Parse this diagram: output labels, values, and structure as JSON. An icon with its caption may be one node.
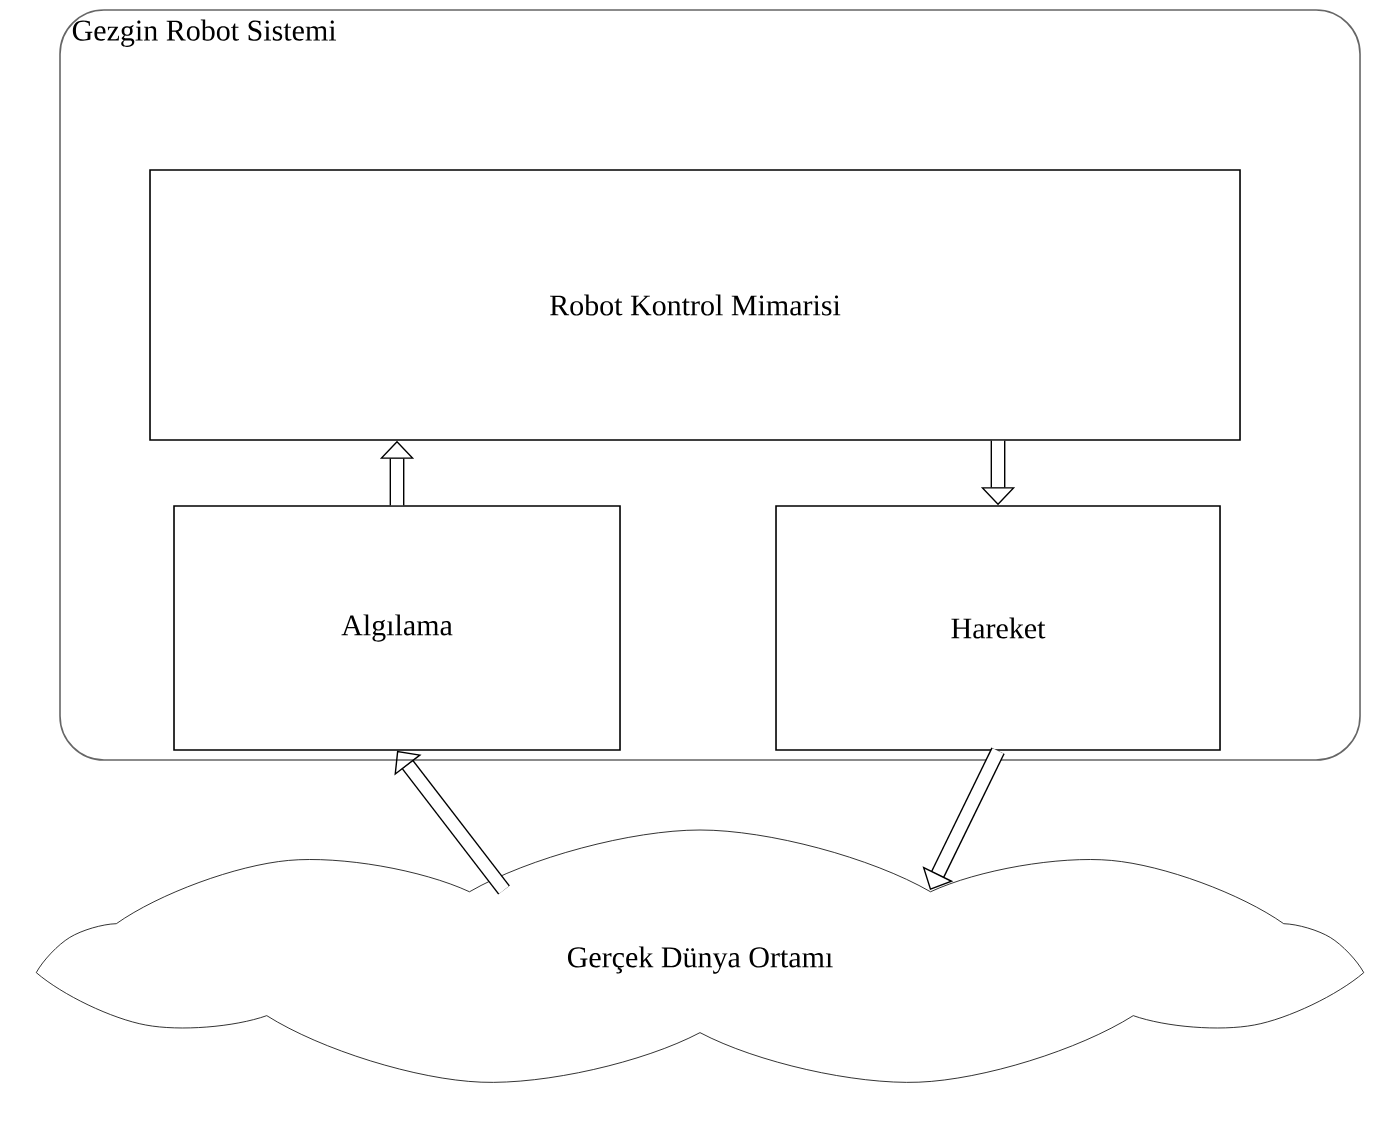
{
  "diagram": {
    "nodes": [
      {
        "text": [
          "Gezgin Robot Sistemi"
        ]
      },
      {
        "text": [
          "Robot Kontrol Mimarisi"
        ],
        "in": 0
      },
      {
        "text": [
          "Algılama"
        ],
        "in": 0
      },
      {
        "text": [
          "Hareket"
        ],
        "in": 0
      },
      {
        "text": [
          "Gerçek Dünya Ortamı"
        ]
      }
    ],
    "edges": [
      {
        "from": 2,
        "to": 1,
        "arrow": "to"
      },
      {
        "from": 1,
        "to": 3,
        "arrow": "to"
      },
      {
        "from": 4,
        "to": 2,
        "arrow": "to"
      },
      {
        "from": 3,
        "to": 4,
        "arrow": "to"
      }
    ]
  }
}
